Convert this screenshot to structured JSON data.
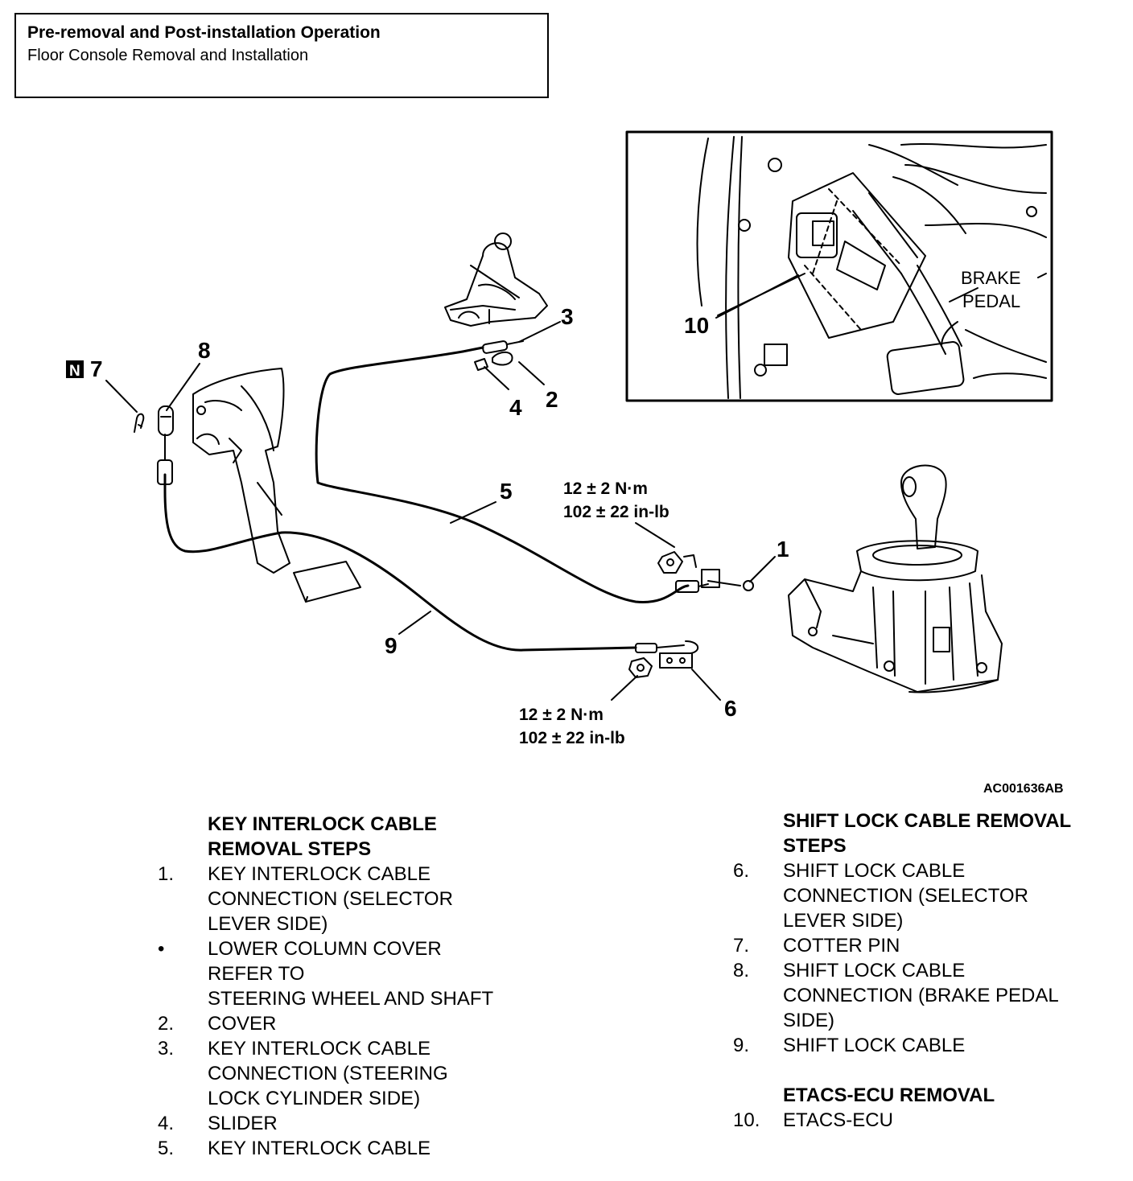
{
  "header": {
    "title": "Pre-removal and Post-installation Operation",
    "subtitle": "Floor Console Removal and Installation"
  },
  "figure_code": "AC001636AB",
  "callouts": {
    "c1": "1",
    "c2": "2",
    "c3": "3",
    "c4": "4",
    "c5": "5",
    "c6": "6",
    "c7": "7",
    "c8": "8",
    "c9": "9",
    "c10": "10",
    "n_badge": "N"
  },
  "torque": {
    "upper": {
      "line1": "12 ± 2 N·m",
      "line2": "102 ± 22 in-lb"
    },
    "lower": {
      "line1": "12 ± 2 N·m",
      "line2": "102 ± 22 in-lb"
    }
  },
  "inset": {
    "label_line1": "BRAKE",
    "label_line2": "PEDAL"
  },
  "key_interlock": {
    "heading": "KEY INTERLOCK CABLE\nREMOVAL STEPS",
    "steps": [
      {
        "num": "1.",
        "text": "KEY INTERLOCK CABLE\nCONNECTION (SELECTOR\nLEVER SIDE)"
      },
      {
        "num": "•",
        "text": "LOWER COLUMN COVER\nREFER TO\nSTEERING WHEEL AND SHAFT"
      },
      {
        "num": "2.",
        "text": "COVER"
      },
      {
        "num": "3.",
        "text": "KEY INTERLOCK CABLE\nCONNECTION (STEERING\nLOCK CYLINDER SIDE)"
      },
      {
        "num": "4.",
        "text": "SLIDER"
      },
      {
        "num": "5.",
        "text": "KEY INTERLOCK CABLE"
      }
    ]
  },
  "shift_lock": {
    "heading": "SHIFT LOCK CABLE REMOVAL\nSTEPS",
    "steps": [
      {
        "num": "6.",
        "text": "SHIFT LOCK CABLE\nCONNECTION (SELECTOR\nLEVER SIDE)"
      },
      {
        "num": "7.",
        "text": "COTTER PIN"
      },
      {
        "num": "8.",
        "text": "SHIFT LOCK CABLE\nCONNECTION (BRAKE PEDAL\nSIDE)"
      },
      {
        "num": "9.",
        "text": "SHIFT LOCK CABLE"
      }
    ]
  },
  "etacs": {
    "heading": "ETACS-ECU REMOVAL",
    "steps": [
      {
        "num": "10.",
        "text": "ETACS-ECU"
      }
    ]
  }
}
